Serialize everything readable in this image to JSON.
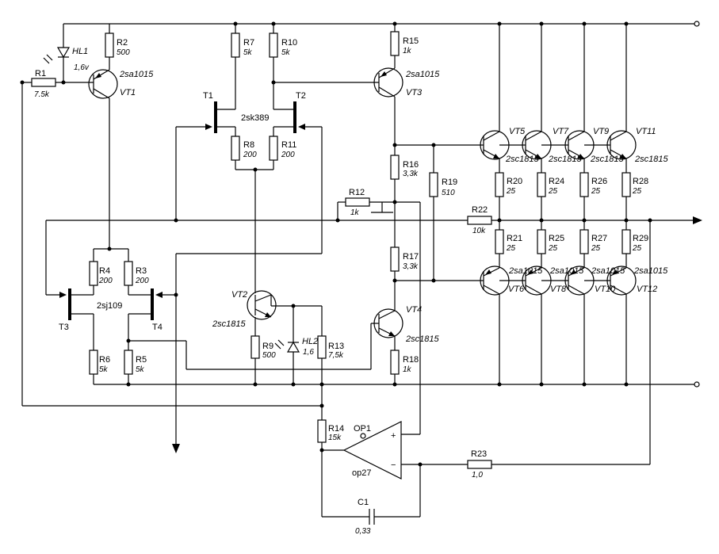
{
  "labels": {
    "R1": {
      "name": "R1",
      "value": "7.5k"
    },
    "R2": {
      "name": "R2",
      "value": "500"
    },
    "R3": {
      "name": "R3",
      "value": "200"
    },
    "R4": {
      "name": "R4",
      "value": "200"
    },
    "R5": {
      "name": "R5",
      "value": "5k"
    },
    "R6": {
      "name": "R6",
      "value": "5k"
    },
    "R7": {
      "name": "R7",
      "value": "5k"
    },
    "R8": {
      "name": "R8",
      "value": "200"
    },
    "R9": {
      "name": "R9",
      "value": "500"
    },
    "R10": {
      "name": "R10",
      "value": "5k"
    },
    "R11": {
      "name": "R11",
      "value": "200"
    },
    "R12": {
      "name": "R12",
      "value": "1k"
    },
    "R13": {
      "name": "R13",
      "value": "7,5k"
    },
    "R14": {
      "name": "R14",
      "value": "15k"
    },
    "R15": {
      "name": "R15",
      "value": "1k"
    },
    "R16": {
      "name": "R16",
      "value": "3,3k"
    },
    "R17": {
      "name": "R17",
      "value": "3,3k"
    },
    "R18": {
      "name": "R18",
      "value": "1k"
    },
    "R19": {
      "name": "R19",
      "value": "510"
    },
    "R20": {
      "name": "R20",
      "value": "25"
    },
    "R21": {
      "name": "R21",
      "value": "25"
    },
    "R22": {
      "name": "R22",
      "value": "10k"
    },
    "R23": {
      "name": "R23",
      "value": "1,0"
    },
    "R24": {
      "name": "R24",
      "value": "25"
    },
    "R25": {
      "name": "R25",
      "value": "25"
    },
    "R26": {
      "name": "R26",
      "value": "25"
    },
    "R27": {
      "name": "R27",
      "value": "25"
    },
    "R28": {
      "name": "R28",
      "value": "25"
    },
    "R29": {
      "name": "R29",
      "value": "25"
    },
    "C1": {
      "name": "C1",
      "value": "0,33"
    },
    "HL1": {
      "name": "HL1",
      "value": "1,6v"
    },
    "HL2": {
      "name": "HL2",
      "value": "1,6"
    },
    "VT1": {
      "name": "VT1",
      "type": "2sa1015"
    },
    "VT2": {
      "name": "VT2",
      "type": "2sc1815"
    },
    "VT3": {
      "name": "VT3",
      "type": "2sa1015"
    },
    "VT4": {
      "name": "VT4",
      "type": "2sc1815"
    },
    "VT5": {
      "name": "VT5",
      "type": "2sc1815"
    },
    "VT6": {
      "name": "VT6",
      "type": "2sa1015"
    },
    "VT7": {
      "name": "VT7",
      "type": "2sc1815"
    },
    "VT8": {
      "name": "VT8",
      "type": "2sa1015"
    },
    "VT9": {
      "name": "VT9",
      "type": "2sc1815"
    },
    "VT10": {
      "name": "VT10",
      "type": "2sa1015"
    },
    "VT11": {
      "name": "VT11",
      "type": "2sc1815"
    },
    "VT12": {
      "name": "VT12",
      "type": "2sa1015"
    },
    "T1": "T1",
    "T2": "T2",
    "T3": "T3",
    "T4": "T4",
    "jfet_top": "2sk389",
    "jfet_bottom": "2sj109",
    "opamp": {
      "name": "OP1",
      "type": "op27",
      "plus": "+",
      "minus": "−"
    }
  }
}
